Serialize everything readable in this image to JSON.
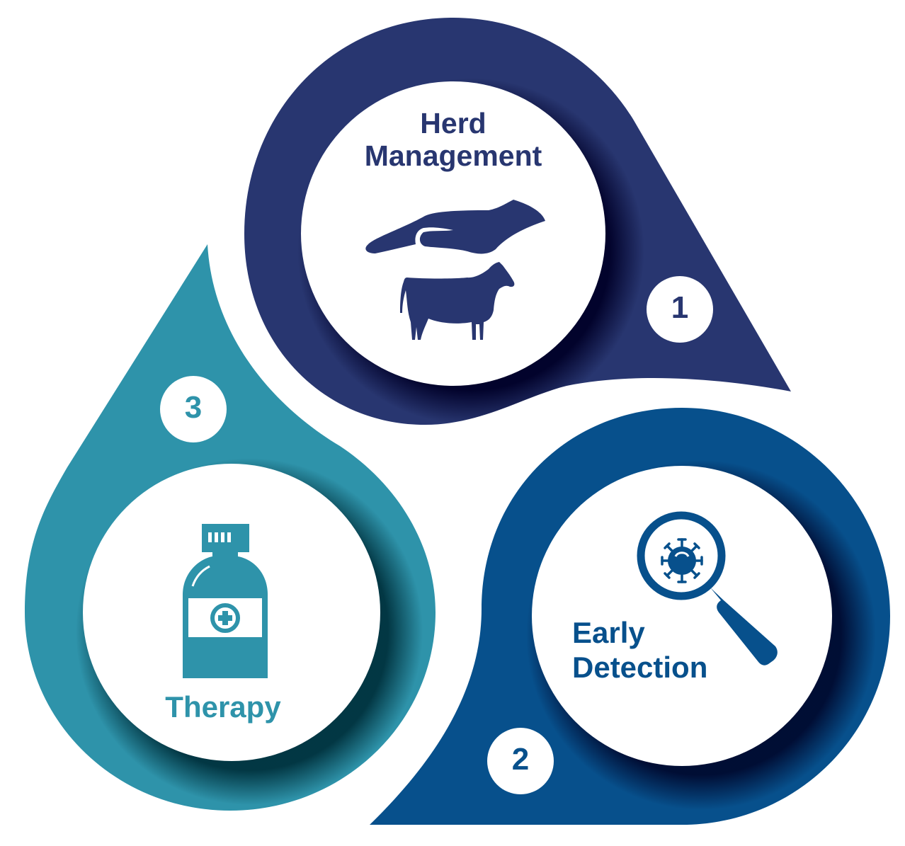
{
  "diagram": {
    "type": "cycle",
    "steps": [
      {
        "number": "1",
        "title_line1": "Herd",
        "title_line2": "Management",
        "icon": "hand-over-cow-icon",
        "color": "#283670"
      },
      {
        "number": "2",
        "title_line1": "Early",
        "title_line2": "Detection",
        "icon": "magnifier-virus-icon",
        "color": "#07508c"
      },
      {
        "number": "3",
        "title_line1": "Therapy",
        "icon": "medicine-bottle-icon",
        "color": "#2e93aa"
      }
    ]
  },
  "colors": {
    "navy": "#283670",
    "blue": "#07508c",
    "teal": "#2e93aa",
    "background": "#ffffff"
  }
}
